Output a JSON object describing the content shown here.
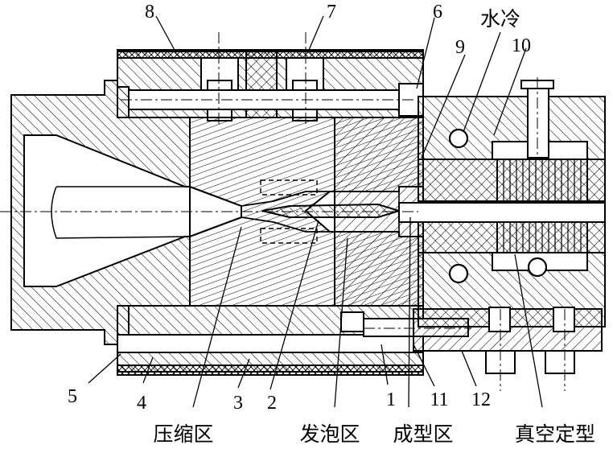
{
  "diagram": {
    "part_labels": [
      "8",
      "7",
      "6",
      "9",
      "10",
      "5",
      "4",
      "3",
      "2",
      "1",
      "11",
      "12"
    ],
    "cooling_label": "水冷",
    "zone_labels": [
      "压缩区",
      "发泡区",
      "成型区",
      "真空定型"
    ]
  },
  "colors": {
    "line": "#000000",
    "hatch": "#000000",
    "background": "#ffffff"
  }
}
